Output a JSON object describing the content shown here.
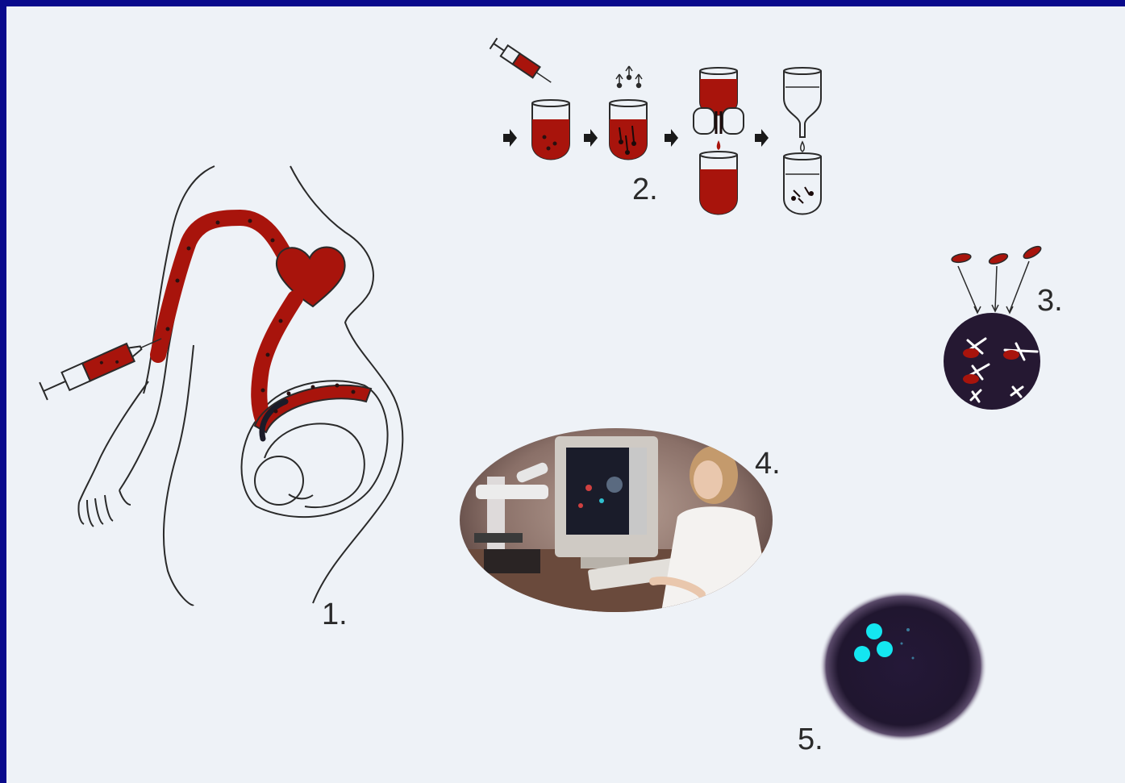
{
  "labels": {
    "step1": "1.",
    "step2": "2.",
    "step3": "3.",
    "step4": "4.",
    "step5": "5."
  },
  "colors": {
    "background_border": "#0a0a8c",
    "page": "#eef2f7",
    "blood_red": "#a8140c",
    "cell_dark": "#241838",
    "fluorescent_signal": "#14e6f0",
    "line": "#2a2a2a"
  },
  "icons": {
    "syringe": "syringe-icon",
    "heart": "heart-icon",
    "test_tube": "test-tube-icon",
    "antibody": "antibody-icon",
    "arrow": "arrow-right-icon",
    "funnel": "funnel-icon"
  }
}
